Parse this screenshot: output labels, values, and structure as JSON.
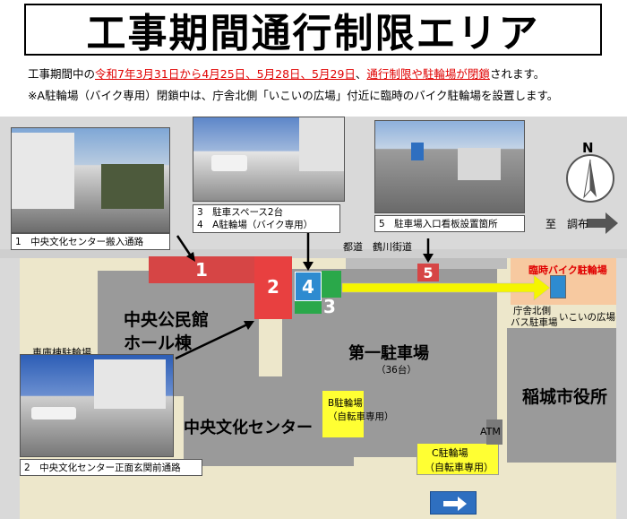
{
  "title": "工事期間通行制限エリア",
  "notice": {
    "line1_a": "工事期間中の",
    "line1_dates": "令和7年3月31日から4月25日、5月28日、5月29日",
    "line1_b": "、",
    "line1_restrict": "通行制限や駐輪場が閉鎖",
    "line1_c": "されます。",
    "line2": "※A駐輪場（バイク専用）閉鎖中は、庁舎北側「いこいの広場」付近に臨時のバイク駐輪場を設置します。"
  },
  "photos": {
    "p1": "1　中央文化センター搬入通路",
    "p2": "2　中央文化センター正面玄関前通路",
    "p3_line1": "3　駐車スペース2台",
    "p3_line2": "4　A駐輪場（バイク専用）",
    "p5": "5　駐車場入口看板設置箇所"
  },
  "markers": {
    "m1": "1",
    "m2": "2",
    "m3": "3",
    "m4": "4",
    "m5": "5"
  },
  "labels": {
    "to_chofu": "至　調布",
    "tokaido": "都道　鶴川街道",
    "kominkan_line1": "中央公民館",
    "kominkan_line2": "ホール棟",
    "shakobu": "車庫棟駐輪場",
    "daiichi": "第一駐車場",
    "daiichi_count": "（36台）",
    "b_line1": "B駐輪場",
    "b_line2": "（自転車専用）",
    "bunka": "中央文化センター",
    "atm": "ATM",
    "c_line1": "C駐輪場",
    "c_line2": "（自転車専用）",
    "shiyakusho": "稲城市役所",
    "temp_bike": "臨時バイク駐輪場",
    "bus_line1": "庁舎北側",
    "bus_line2": "バス駐車場",
    "ikoi": "いこいの広場",
    "north": "N"
  },
  "colors": {
    "restricted_red": "#d64545",
    "bright_red": "#e84040",
    "bike_blue": "#2e8bd0",
    "green": "#2aa84a",
    "arrow_yellow": "#f5f500",
    "temp_orange": "#f7c9a0",
    "parking_yellow": "#ffff33"
  }
}
